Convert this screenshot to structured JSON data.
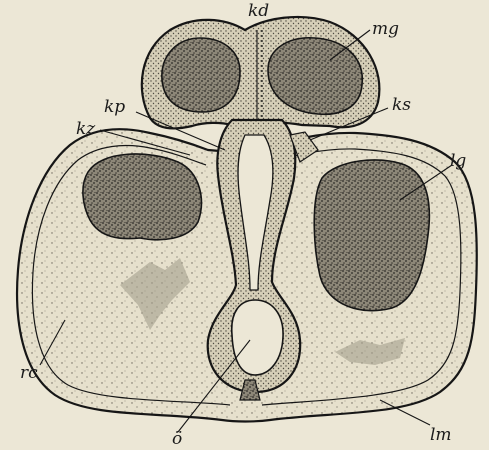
{
  "figure": {
    "labels": {
      "kd": "kd",
      "mg": "mg",
      "kp": "kp",
      "ks": "ks",
      "kz": "kz",
      "lg": "lg",
      "rc": "rc",
      "o": "ö",
      "lm": "lm"
    }
  }
}
